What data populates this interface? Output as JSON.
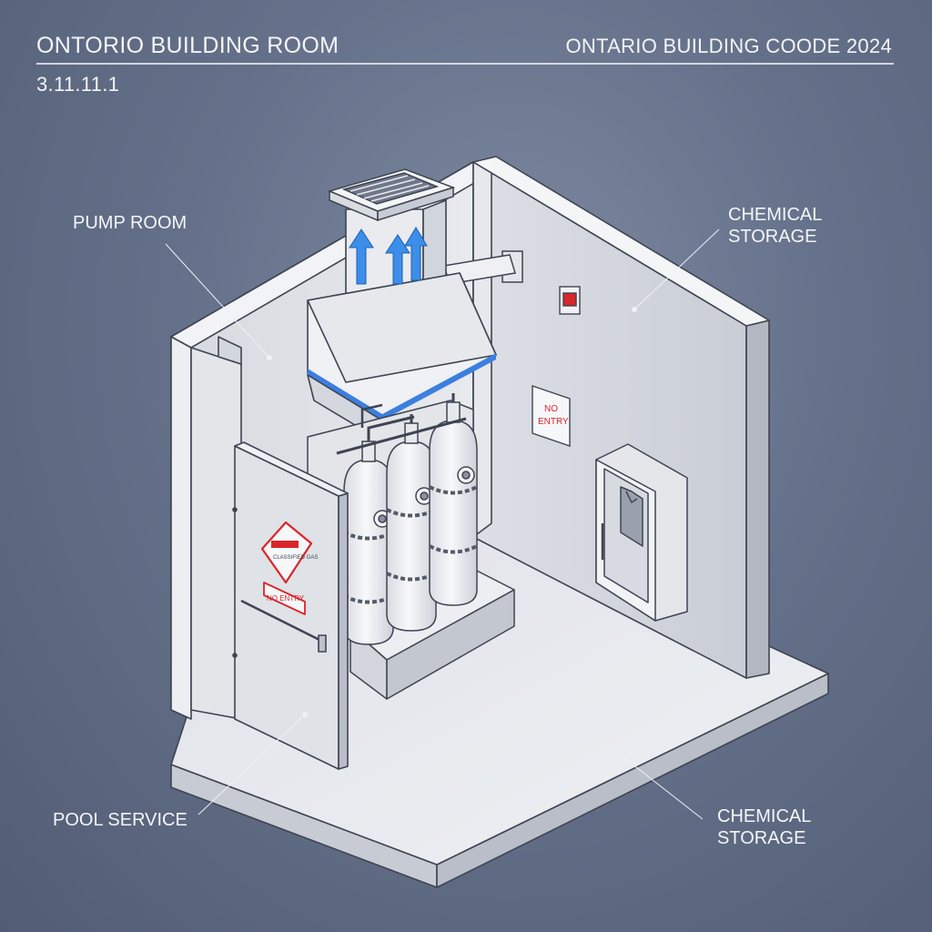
{
  "header": {
    "title_left": "ONTORIO BUILDING ROOM",
    "title_right": "ONTARIO BUILDING COODE 2024",
    "section_number": "3.11.11.1"
  },
  "callouts": {
    "pump_room": "PUMP ROOM",
    "chemical_storage_top_l1": "CHEMICAL",
    "chemical_storage_top_l2": "STORAGE",
    "pool_service": "POOL SERVICE",
    "chemical_storage_bottom_l1": "CHEMICAL",
    "chemical_storage_bottom_l2": "STORAGE"
  },
  "signs": {
    "no_entry_wall_l1": "NO",
    "no_entry_wall_l2": "ENTRY",
    "door_no_entry": "NO ENTRY",
    "door_hazard": "CLASSIFIED GAS"
  },
  "colors": {
    "airflow_arrow": "#3c8ee8",
    "hood_trim": "#3b7fe0",
    "sign_red": "#d8262b",
    "wall_light": "#eef0f4",
    "wall_shade": "#cfd3db",
    "outline": "#3e4452"
  },
  "icons": {
    "exhaust_grille": "grille-icon",
    "airflow": "arrow-up-icon",
    "alarm": "alarm-icon",
    "ppe": "vest-icon",
    "hazard": "hazard-diamond-icon"
  }
}
